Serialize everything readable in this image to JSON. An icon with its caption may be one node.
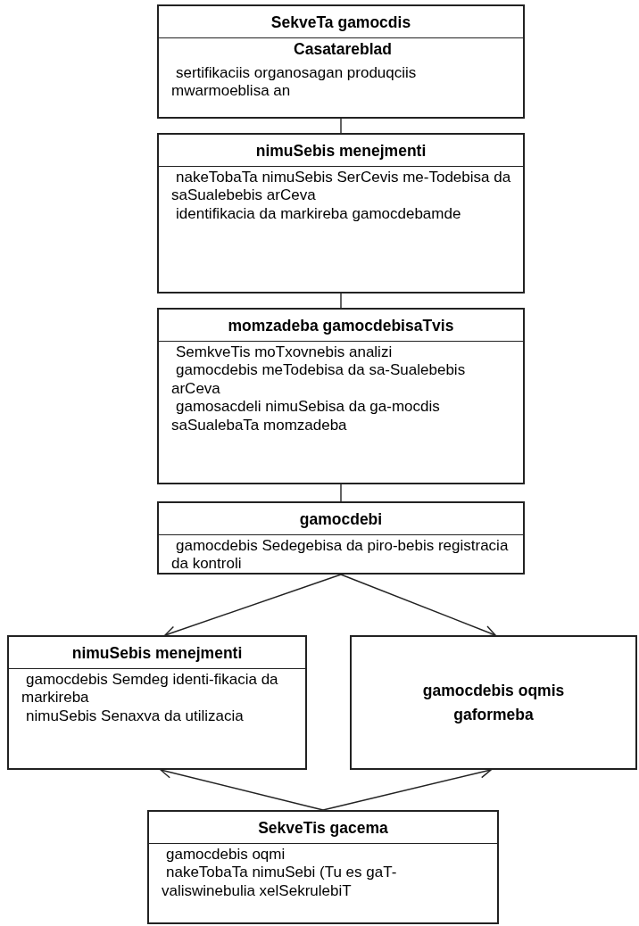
{
  "diagram": {
    "nodes": [
      {
        "text": [
          "SekveTa gamocdis",
          "Casatareblad",
          "sertifikaciis organosagan produqciis mwarmoeblisa an"
        ]
      },
      {
        "text": [
          "nimuSebis menejmenti",
          "nakeTobaTa nimuSebis SerCevis me-Todebisa da saSualebebis arCeva",
          "identifikacia da markireba gamocdebamde"
        ]
      },
      {
        "text": [
          "momzadeba gamocdebisaTvis",
          "SemkveTis moTxovnebis analizi",
          "gamocdebis meTodebisa da sa-Sualebebis arCeva",
          "gamosacdeli nimuSebisa da ga-mocdis saSualebaTa momzadeba"
        ]
      },
      {
        "text": [
          "gamocdebi",
          "gamocdebis Sedegebisa da piro-bebis registracia da kontroli"
        ]
      },
      {
        "text": [
          "nimuSebis menejmenti",
          "gamocdebis Semdeg identi-fikacia da markireba",
          "nimuSebis Senaxva da utilizacia"
        ]
      },
      {
        "text": [
          "gamocdebis oqmis gaformeba"
        ]
      },
      {
        "text": [
          "SekveTis gacema",
          "gamocdebis oqmi",
          "nakeTobaTa nimuSebi (Tu es gaT-valiswinebulia xelSekrulebiT"
        ]
      }
    ],
    "edges": [
      {
        "from": 0,
        "to": 1,
        "arrow": "none"
      },
      {
        "from": 1,
        "to": 2,
        "arrow": "none"
      },
      {
        "from": 2,
        "to": 3,
        "arrow": "none"
      },
      {
        "from": 3,
        "to": 4,
        "arrow": "to"
      },
      {
        "from": 3,
        "to": 5,
        "arrow": "to"
      },
      {
        "from": 6,
        "to": 4,
        "arrow": "to"
      },
      {
        "from": 6,
        "to": 5,
        "arrow": "to"
      }
    ]
  }
}
